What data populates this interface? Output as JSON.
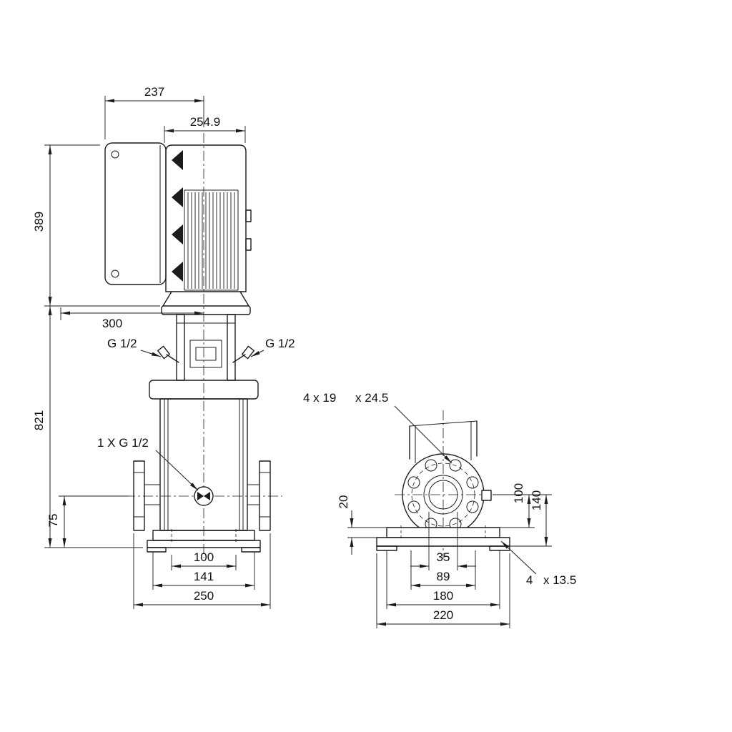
{
  "drawing_title": "Vertical multistage pump dimensional drawing",
  "colors": {
    "line": "#1c1c1c",
    "background": "#ffffff"
  },
  "front_view": {
    "dims": {
      "width_top": "237",
      "motor_width": "254.9",
      "motor_height": "389",
      "depth": "300",
      "total_height": "821",
      "port_height": "75",
      "base_inner": "100",
      "base_plate": "141",
      "flange_span": "250"
    },
    "labels": {
      "port_left": "G 1/2",
      "port_right": "G 1/2",
      "drain": "1 X G 1/2"
    }
  },
  "side_view": {
    "dims": {
      "foot_thickness": "20",
      "center_to_base": "100",
      "center_to_ground": "140",
      "bore": "35",
      "bolt_circle": "89",
      "base_width": "180",
      "foot_width": "220"
    },
    "labels": {
      "flange_holes_a": "4 x 19",
      "flange_holes_b": "x 24.5",
      "base_holes_a": "4",
      "base_holes_b": "x 13.5"
    }
  }
}
